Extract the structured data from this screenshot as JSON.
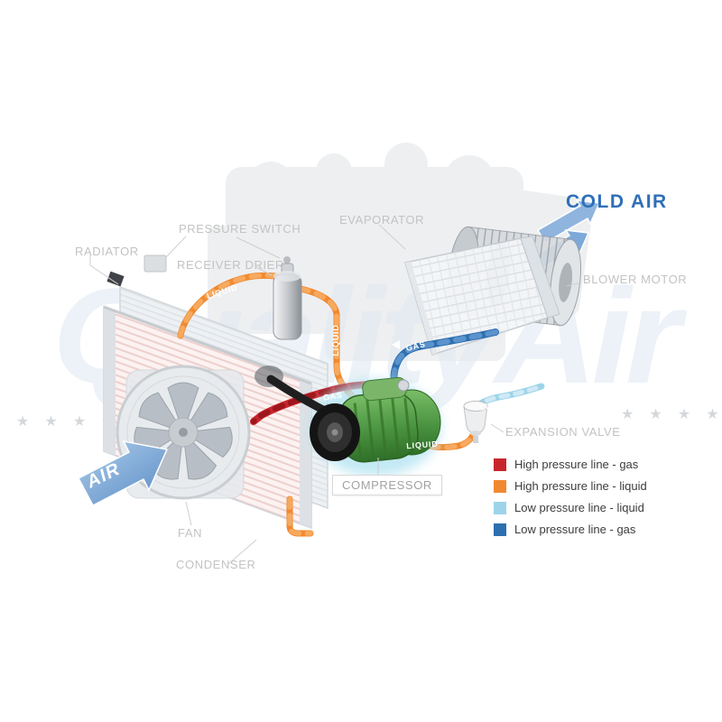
{
  "diagram": {
    "watermark": {
      "text": "QualityAir",
      "stars_left": "★ ★ ★ ★",
      "stars_right": "★ ★ ★ ★"
    },
    "component_labels": {
      "radiator": "RADIATOR",
      "pressure_switch": "PRESSURE SWITCH",
      "receiver_drier": "RECEIVER DRIER",
      "evaporator": "EVAPORATOR",
      "blower_motor": "BLOWER MOTOR",
      "expansion_valve": "EXPANSION VALVE",
      "compressor": "COMPRESSOR",
      "fan": "FAN",
      "condenser": "CONDENSER"
    },
    "flow_labels": {
      "cold_air": "COLD AIR",
      "air": "AIR"
    },
    "pipe_labels": {
      "liquid": "LIQUID",
      "gas": "GAS"
    },
    "legend": {
      "items": [
        {
          "key": "high_gas",
          "label": "High pressure line - gas"
        },
        {
          "key": "high_liquid",
          "label": "High pressure line - liquid"
        },
        {
          "key": "low_liquid",
          "label": "Low pressure line - liquid"
        },
        {
          "key": "low_gas",
          "label": "Low pressure line - gas"
        }
      ]
    },
    "colors": {
      "high_gas": "#c9252c",
      "high_liquid": "#f0892f",
      "low_liquid": "#9ed4ea",
      "low_gas": "#2e6fb0",
      "cold_air_text": "#2e6fb7",
      "air_arrow": "#7da7d9",
      "label_text": "#c3c3c3",
      "compressor_green": "#4a9340"
    }
  }
}
